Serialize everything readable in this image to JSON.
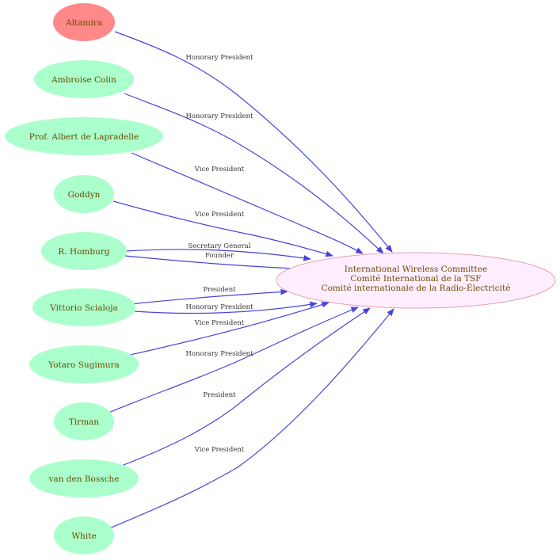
{
  "colors": {
    "person_fill": "#aaffcc",
    "highlight_fill": "#ff8888",
    "center_fill": "#ffeeff",
    "center_stroke": "#e8a0b0",
    "edge": "#4444dd",
    "label_text": "#6b4a00"
  },
  "center": {
    "lines": [
      "International Wireless Committee",
      "Comité International de la TSF",
      "Comité internationale de la Radio-Électricité"
    ]
  },
  "people": [
    {
      "name": "Altamira",
      "highlight": true
    },
    {
      "name": "Ambroise Colin",
      "highlight": false
    },
    {
      "name": "Prof. Albert de Lapradelle",
      "highlight": false
    },
    {
      "name": "Goddyn",
      "highlight": false
    },
    {
      "name": "R. Homburg",
      "highlight": false
    },
    {
      "name": "Vittorio Scialoja",
      "highlight": false
    },
    {
      "name": "Yotaro Sugimura",
      "highlight": false
    },
    {
      "name": "Tirman",
      "highlight": false
    },
    {
      "name": "van den Bossche",
      "highlight": false
    },
    {
      "name": "White",
      "highlight": false
    }
  ],
  "edges": [
    {
      "from": "Altamira",
      "label": "Honorary President"
    },
    {
      "from": "Ambroise Colin",
      "label": "Honorary President"
    },
    {
      "from": "Prof. Albert de Lapradelle",
      "label": "Vice President"
    },
    {
      "from": "Goddyn",
      "label": "Vice President"
    },
    {
      "from": "R. Homburg",
      "label": "Secretary General"
    },
    {
      "from": "R. Homburg",
      "label": "Founder"
    },
    {
      "from": "Vittorio Scialoja",
      "label": "President"
    },
    {
      "from": "Vittorio Scialoja",
      "label": "Honorary President"
    },
    {
      "from": "Yotaro Sugimura",
      "label": "Vice President"
    },
    {
      "from": "Tirman",
      "label": "Honorary President"
    },
    {
      "from": "van den Bossche",
      "label": "President"
    },
    {
      "from": "White",
      "label": "Vice President"
    }
  ]
}
